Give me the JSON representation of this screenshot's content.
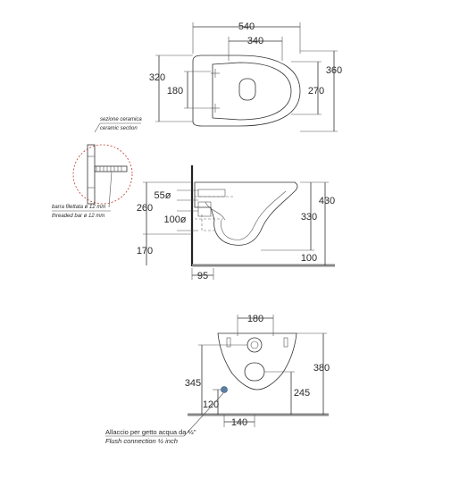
{
  "top_view": {
    "overall_width": "540",
    "mount_spacing": "340",
    "overall_depth": "320",
    "bolt_spacing": "180",
    "bowl_depth": "360",
    "seat_depth": "270"
  },
  "section_detail": {
    "section_it": "sezione ceramica",
    "section_en": "ceramic section",
    "bar_it": "barra filettata ø 12 mm",
    "bar_en": "threaded bar ø 12 mm"
  },
  "side_view": {
    "inlet_diameter": "55ø",
    "outlet_diameter": "100ø",
    "wall_to_outlet": "260",
    "rim_height": "430",
    "bowl_height": "330",
    "floor_to_outlet": "170",
    "floor_clearance": "100",
    "wall_offset": "95"
  },
  "rear_view": {
    "bolt_spacing": "180",
    "inlet_height": "345",
    "overall_height": "380",
    "outlet_height": "245",
    "flush_height": "120",
    "flush_offset": "140"
  },
  "flush_note": {
    "it": "Allaccio per getto acqua da ½\"",
    "en": "Flush connection ½ inch"
  }
}
